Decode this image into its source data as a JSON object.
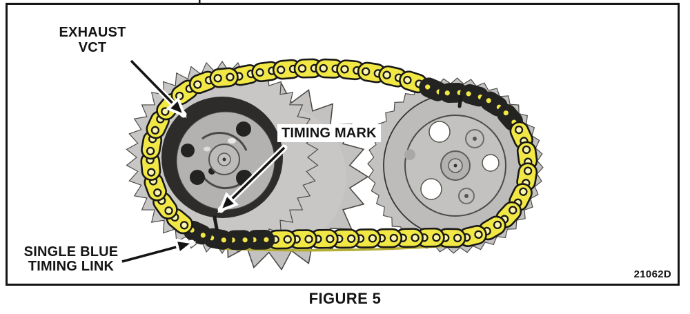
{
  "figure": {
    "caption": "FIGURE 5",
    "code": "21062D"
  },
  "labels": {
    "exhaust_vct_line1": "EXHAUST",
    "exhaust_vct_line2": "VCT",
    "timing_mark": "TIMING MARK",
    "single_blue_line1": "SINGLE BLUE",
    "single_blue_line2": "TIMING LINK"
  },
  "colors": {
    "chain_yellow": "#F2E845",
    "chain_hole": "#FAF4B0",
    "link_dark": "#232321",
    "outline": "#181816",
    "sprocket_fill": "#C8C7C5",
    "metal_light": "#C3C2C0",
    "metal_mid": "#B3B2B0",
    "sprocket_edge": "#4B4A48",
    "phaser_dark": "#2D2C2A",
    "hole_white": "#FFFFFF",
    "shadow_olive": "#B5AE35",
    "text": "#141414"
  }
}
